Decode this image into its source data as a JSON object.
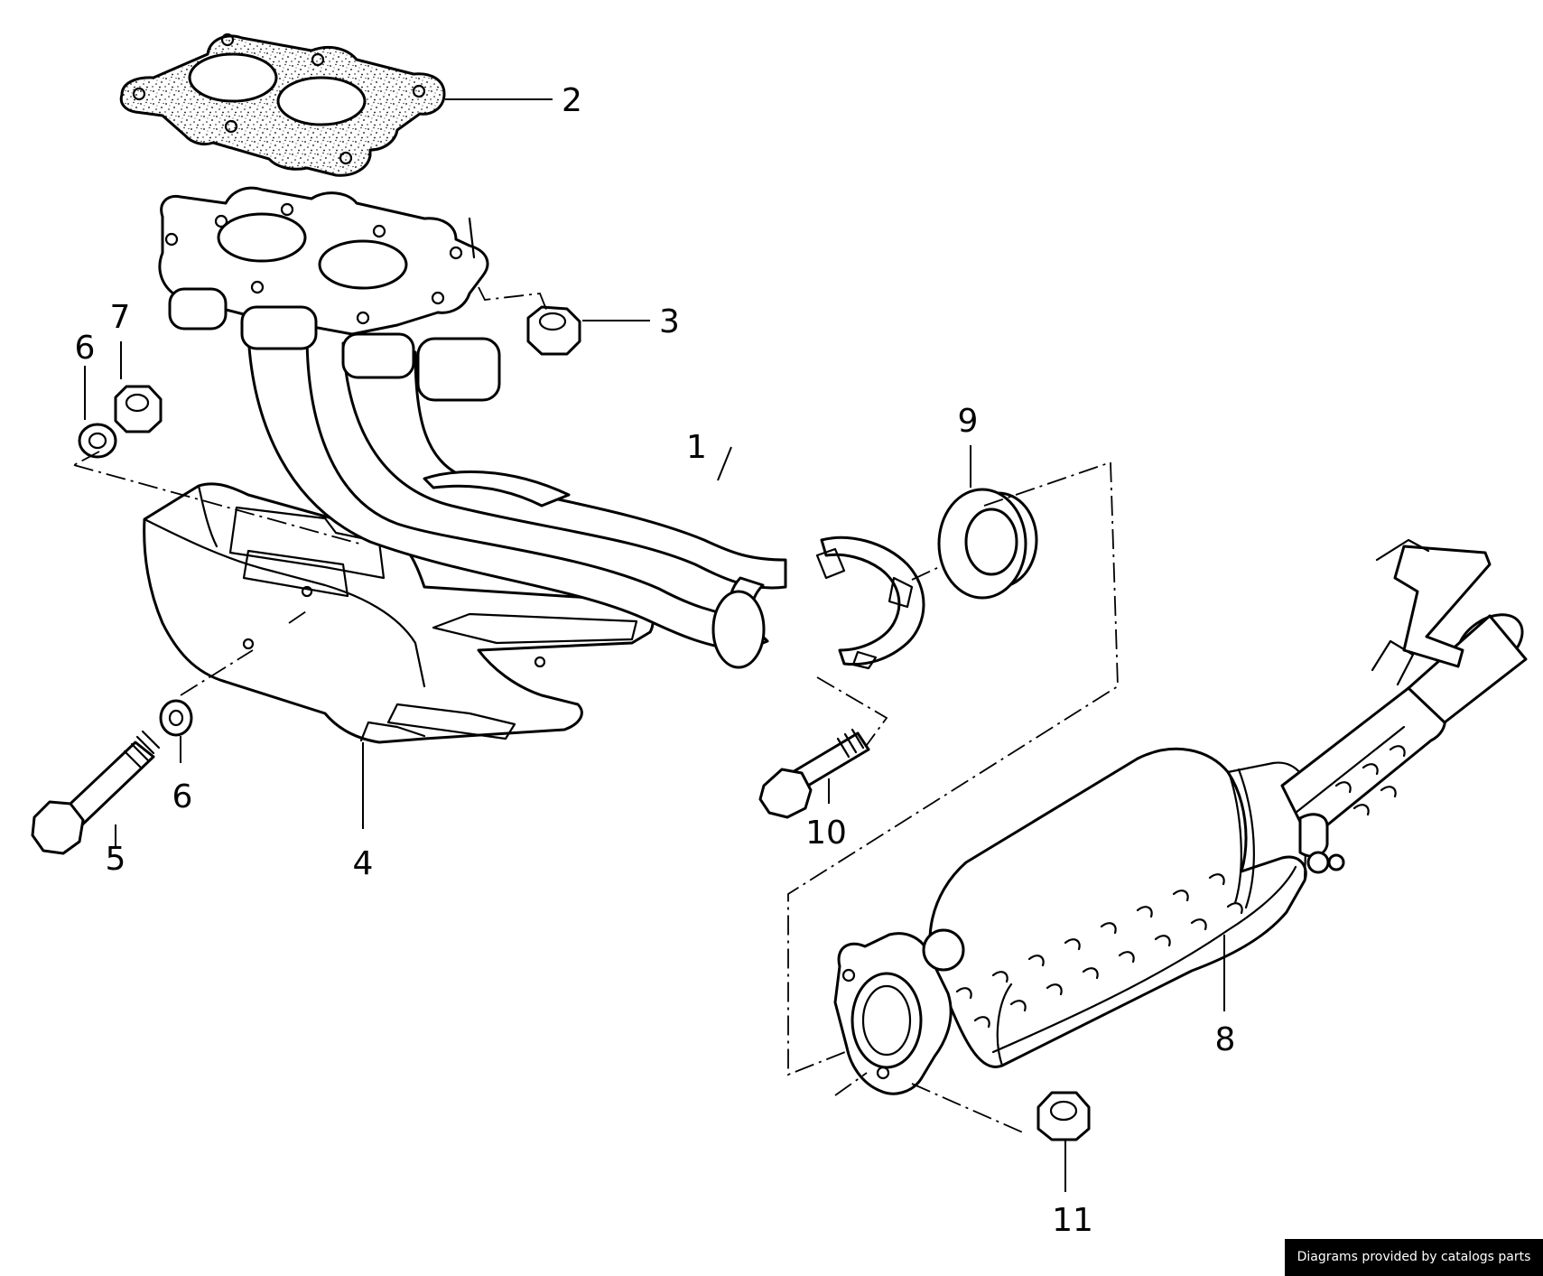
{
  "callouts": [
    {
      "id": "1",
      "label": "1"
    },
    {
      "id": "2",
      "label": "2"
    },
    {
      "id": "3",
      "label": "3"
    },
    {
      "id": "4",
      "label": "4"
    },
    {
      "id": "5",
      "label": "5"
    },
    {
      "id": "6a",
      "label": "6"
    },
    {
      "id": "6b",
      "label": "6"
    },
    {
      "id": "7",
      "label": "7"
    },
    {
      "id": "8",
      "label": "8"
    },
    {
      "id": "9",
      "label": "9"
    },
    {
      "id": "10",
      "label": "10"
    },
    {
      "id": "11",
      "label": "11"
    }
  ],
  "credit": "Diagrams provided by catalogs parts"
}
